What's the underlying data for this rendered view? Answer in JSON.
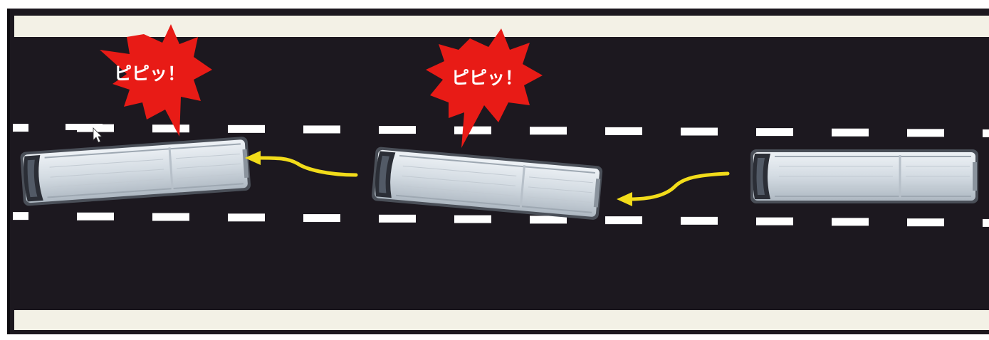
{
  "colors": {
    "road": "#1c181f",
    "road_edge": "#0e0c10",
    "shoulder_line": "#f3f1e6",
    "lane_dash": "#ffffff",
    "burst": "#e81b16",
    "arrow": "#f2dc1a",
    "bus_body": "#d3dbe2",
    "bus_windshield": "#2b2e36"
  },
  "alerts": [
    {
      "text": "ピピッ！"
    },
    {
      "text": "ピピッ！"
    }
  ],
  "vehicles": [
    {
      "type": "bus",
      "icon": "bus-top-view-icon",
      "state": "drifting"
    },
    {
      "type": "bus",
      "icon": "bus-top-view-icon",
      "state": "drifting"
    },
    {
      "type": "bus",
      "icon": "bus-top-view-icon",
      "state": "in-lane"
    }
  ],
  "arrows": [
    {
      "icon": "curved-arrow-left-icon"
    },
    {
      "icon": "curved-arrow-left-icon"
    }
  ],
  "cursor": {
    "icon": "mouse-pointer-icon"
  }
}
